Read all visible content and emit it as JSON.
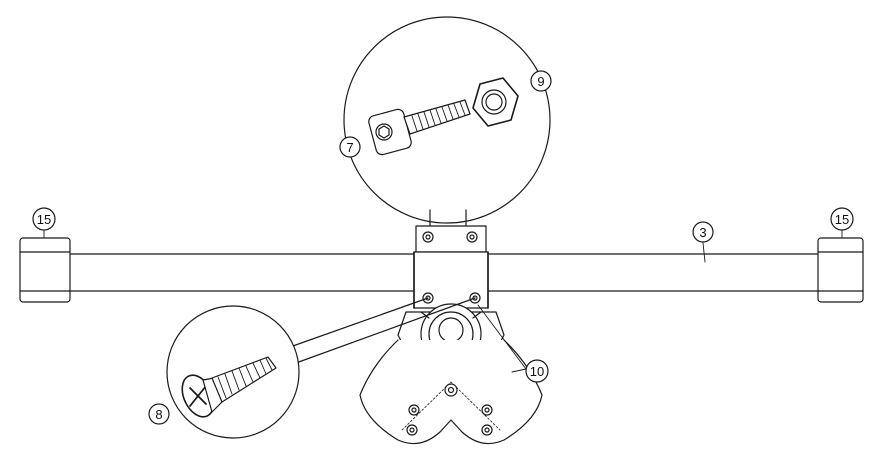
{
  "callouts": {
    "bar": "3",
    "bolt": "7",
    "screw": "8",
    "nut": "9",
    "screw_holes": "10",
    "cap_left": "15",
    "cap_right": "15"
  },
  "colors": {
    "stroke": "#1a1a1a",
    "fill": "#ffffff",
    "shade": "#d8d8d8",
    "dark": "#555555"
  }
}
